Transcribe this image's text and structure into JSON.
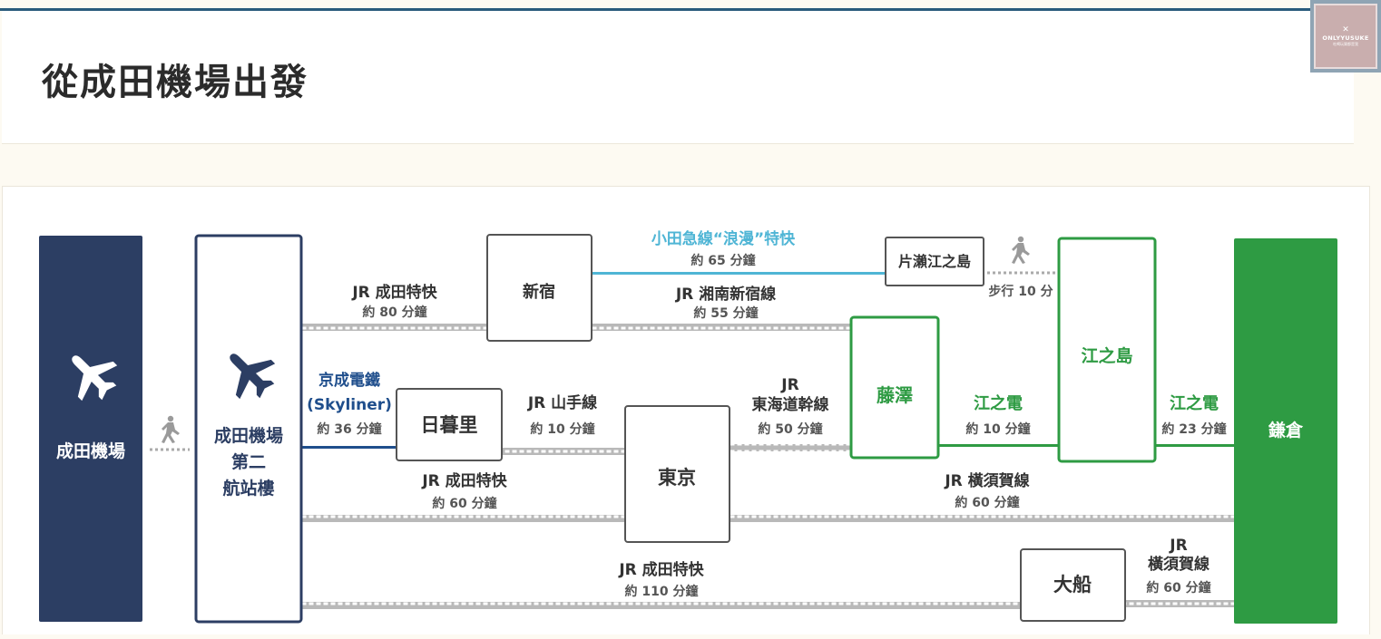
{
  "page": {
    "title": "從成田機場出發",
    "logo": {
      "brand": "ONLYYUSUKE",
      "tagline": "吃喝玩樂都是我",
      "icon": "close-icon"
    }
  },
  "colors": {
    "navy": "#2c3e63",
    "keisei_blue": "#1f4e8c",
    "odakyu_cyan": "#4fb5d5",
    "enoden_green": "#2e9b43",
    "kamakura_green": "#2e9b43",
    "jr_gray": "#b9b9b9"
  },
  "stations": {
    "narita_airport": "成田機場",
    "terminal2": [
      "成田機場",
      "第二",
      "航站樓"
    ],
    "shinjuku": "新宿",
    "nippori": "日暮里",
    "tokyo": "東京",
    "katase_enoshima": "片瀨江之島",
    "fujisawa": "藤澤",
    "enoshima": "江之島",
    "ofuna": "大船",
    "kamakura": "鎌倉"
  },
  "routes": {
    "nex_shinjuku": {
      "name": "JR 成田特快",
      "time": "約 80 分鐘"
    },
    "keisei": {
      "name": [
        "京成電鐵",
        "(Skyliner)"
      ],
      "time": "約 36 分鐘"
    },
    "nex_tokyo": {
      "name": "JR 成田特快",
      "time": "約 60 分鐘"
    },
    "nex_ofuna": {
      "name": "JR 成田特快",
      "time": "約 110 分鐘"
    },
    "odakyu": {
      "name": "小田急線“浪漫”特快",
      "time": "約 65 分鐘"
    },
    "shonan_shinjuku": {
      "name": "JR 湘南新宿線",
      "time": "約 55 分鐘"
    },
    "yamanote": {
      "name": "JR 山手線",
      "time": "約 10 分鐘"
    },
    "tokaido": {
      "name": [
        "JR",
        "東海道幹線"
      ],
      "time": "約 50 分鐘"
    },
    "enoden_fujisawa": {
      "name": "江之電",
      "time": "約 10 分鐘"
    },
    "enoden_kamakura": {
      "name": "江之電",
      "time": "約 23 分鐘"
    },
    "yokosuka_tokyo": {
      "name": "JR 橫須賀線",
      "time": "約 60 分鐘"
    },
    "yokosuka_ofuna": {
      "name": [
        "JR",
        "橫須賀線"
      ],
      "time": "約 60 分鐘"
    },
    "walk_enoshima": {
      "label": "步行 10 分"
    }
  }
}
